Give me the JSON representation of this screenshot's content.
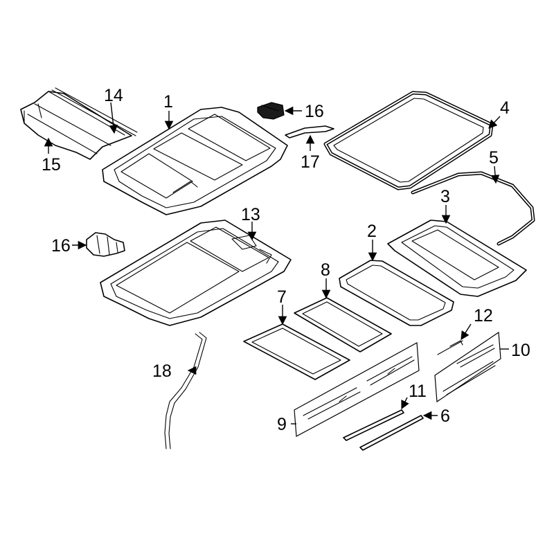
{
  "callouts": {
    "c1": "1",
    "c2": "2",
    "c3": "3",
    "c4": "4",
    "c5": "5",
    "c6": "6",
    "c7": "7",
    "c8": "8",
    "c9": "9",
    "c10": "10",
    "c11": "11",
    "c12": "12",
    "c13": "13",
    "c14": "14",
    "c15": "15",
    "c16a": "16",
    "c16b": "16",
    "c17": "17",
    "c18": "18"
  },
  "colors": {
    "line": "#000000",
    "background": "#ffffff"
  }
}
